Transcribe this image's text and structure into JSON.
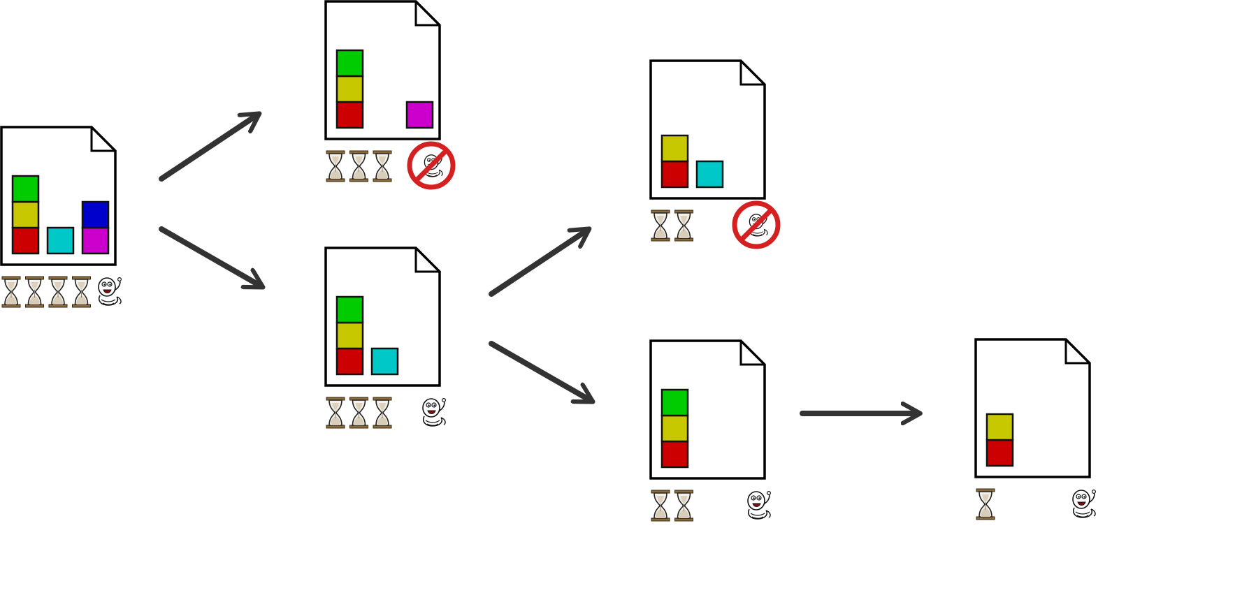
{
  "palette": {
    "green": "#00cc00",
    "yellow": "#c8c800",
    "red": "#cc0000",
    "cyan": "#00c8c8",
    "blue": "#0000cc",
    "magenta": "#cc00cc",
    "arrow": "#333333",
    "outline": "#000000",
    "forbid": "#d42020",
    "hourglass_frame": "#8a6a3a",
    "sand": "#d8cdb8"
  },
  "nodes": [
    {
      "id": "n0",
      "columns": [
        [
          "red",
          "yellow",
          "green"
        ],
        [
          "cyan"
        ],
        [
          "magenta",
          "blue"
        ]
      ],
      "hourglasses": 4,
      "bug": "present"
    },
    {
      "id": "n1",
      "columns": [
        [
          "red",
          "yellow",
          "green"
        ],
        [],
        [
          "magenta"
        ]
      ],
      "hourglasses": 3,
      "bug": "forbidden"
    },
    {
      "id": "n2",
      "columns": [
        [
          "red",
          "yellow",
          "green"
        ],
        [
          "cyan"
        ]
      ],
      "hourglasses": 3,
      "bug": "present"
    },
    {
      "id": "n3",
      "columns": [
        [
          "red",
          "yellow"
        ],
        [
          "cyan"
        ]
      ],
      "hourglasses": 2,
      "bug": "forbidden"
    },
    {
      "id": "n4",
      "columns": [
        [
          "red",
          "yellow",
          "green"
        ]
      ],
      "hourglasses": 2,
      "bug": "present"
    },
    {
      "id": "n5",
      "columns": [
        [
          "red",
          "yellow"
        ]
      ],
      "hourglasses": 1,
      "bug": "present"
    }
  ],
  "edges": [
    {
      "from": "n0",
      "to": "n1"
    },
    {
      "from": "n0",
      "to": "n2"
    },
    {
      "from": "n2",
      "to": "n3"
    },
    {
      "from": "n2",
      "to": "n4"
    },
    {
      "from": "n4",
      "to": "n5"
    }
  ]
}
